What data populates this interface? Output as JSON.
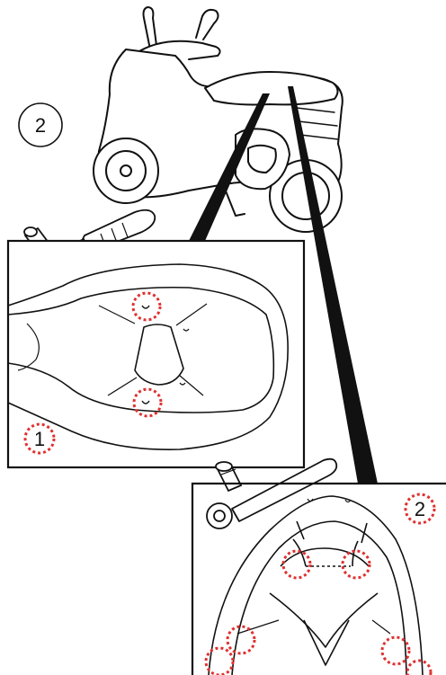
{
  "step_badge": {
    "text": "2"
  },
  "detail_1": {
    "callout": "1",
    "highlight_color": "#e03030"
  },
  "detail_2": {
    "callout": "2",
    "highlight_color": "#e03030"
  },
  "tools": {
    "detail_1": [
      "screwdriver-icon",
      "socket-bit-icon"
    ],
    "detail_2": [
      "ratchet-wrench-icon",
      "socket-icon"
    ]
  },
  "colors": {
    "line": "#111111",
    "background": "#ffffff",
    "marker": "#e03030"
  }
}
